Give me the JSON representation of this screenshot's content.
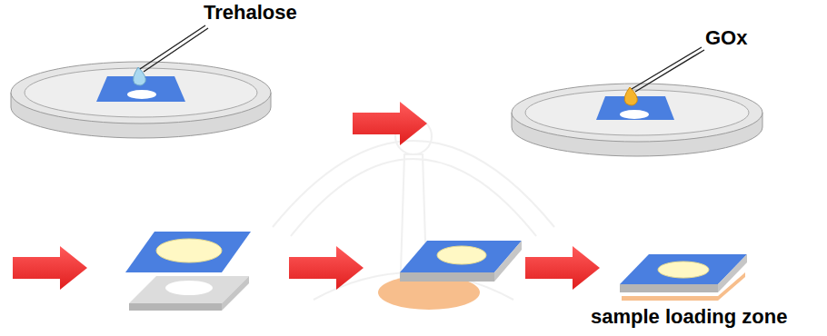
{
  "diagram": {
    "labels": [
      "Trehalose",
      "GOx",
      "sample loading zone"
    ]
  }
}
